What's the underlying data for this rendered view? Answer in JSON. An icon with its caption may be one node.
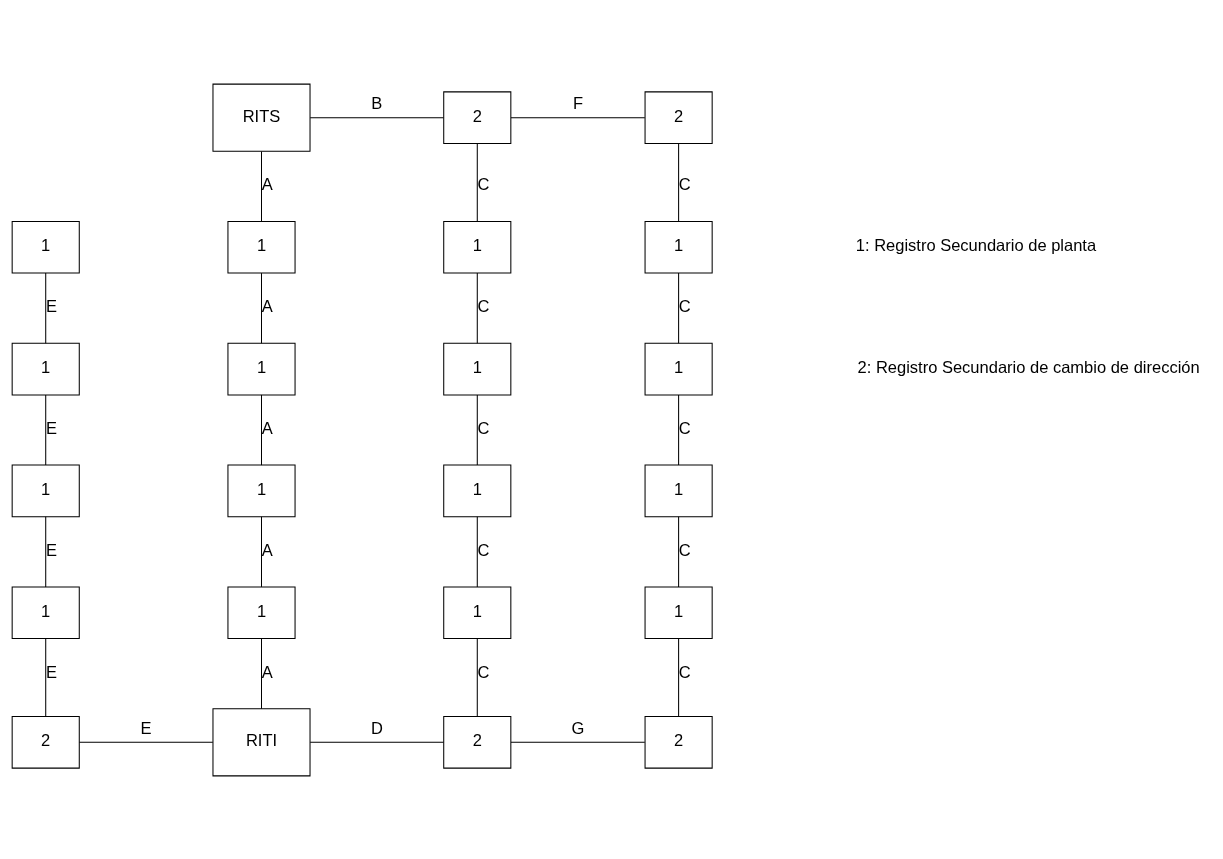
{
  "diagram": {
    "nodes": [
      {
        "text": [
          "RITS"
        ]
      },
      {
        "text": [
          "2"
        ]
      },
      {
        "text": [
          "2"
        ]
      },
      {
        "text": [
          "1"
        ]
      },
      {
        "text": [
          "1"
        ]
      },
      {
        "text": [
          "1"
        ]
      },
      {
        "text": [
          "1"
        ]
      },
      {
        "text": [
          "1"
        ]
      },
      {
        "text": [
          "1"
        ]
      },
      {
        "text": [
          "1"
        ]
      },
      {
        "text": [
          "1"
        ]
      },
      {
        "text": [
          "1"
        ]
      },
      {
        "text": [
          "1"
        ]
      },
      {
        "text": [
          "1"
        ]
      },
      {
        "text": [
          "1"
        ]
      },
      {
        "text": [
          "1"
        ]
      },
      {
        "text": [
          "1"
        ]
      },
      {
        "text": [
          "1"
        ]
      },
      {
        "text": [
          "1"
        ]
      },
      {
        "text": [
          "2"
        ]
      },
      {
        "text": [
          "RITI"
        ]
      },
      {
        "text": [
          "2"
        ]
      },
      {
        "text": [
          "2"
        ]
      }
    ],
    "edges": [
      {
        "from": 0,
        "to": 1,
        "arrow": "none",
        "label": "B"
      },
      {
        "from": 1,
        "to": 2,
        "arrow": "none",
        "label": "F"
      },
      {
        "from": 0,
        "to": 4,
        "arrow": "none",
        "label": "A"
      },
      {
        "from": 1,
        "to": 5,
        "arrow": "none",
        "label": "C"
      },
      {
        "from": 2,
        "to": 6,
        "arrow": "none",
        "label": "C"
      },
      {
        "from": 3,
        "to": 7,
        "arrow": "none",
        "label": "E"
      },
      {
        "from": 4,
        "to": 8,
        "arrow": "none",
        "label": "A"
      },
      {
        "from": 5,
        "to": 9,
        "arrow": "none",
        "label": "C"
      },
      {
        "from": 6,
        "to": 10,
        "arrow": "none",
        "label": "C"
      },
      {
        "from": 7,
        "to": 11,
        "arrow": "none",
        "label": "E"
      },
      {
        "from": 8,
        "to": 12,
        "arrow": "none",
        "label": "A"
      },
      {
        "from": 9,
        "to": 13,
        "arrow": "none",
        "label": "C"
      },
      {
        "from": 10,
        "to": 14,
        "arrow": "none",
        "label": "C"
      },
      {
        "from": 11,
        "to": 15,
        "arrow": "none",
        "label": "E"
      },
      {
        "from": 12,
        "to": 16,
        "arrow": "none",
        "label": "A"
      },
      {
        "from": 13,
        "to": 17,
        "arrow": "none",
        "label": "C"
      },
      {
        "from": 14,
        "to": 18,
        "arrow": "none",
        "label": "C"
      },
      {
        "from": 15,
        "to": 19,
        "arrow": "none",
        "label": "E"
      },
      {
        "from": 16,
        "to": 20,
        "arrow": "none",
        "label": "A"
      },
      {
        "from": 17,
        "to": 21,
        "arrow": "none",
        "label": "C"
      },
      {
        "from": 18,
        "to": 22,
        "arrow": "none",
        "label": "C"
      },
      {
        "from": 19,
        "to": 20,
        "arrow": "none",
        "label": "E"
      },
      {
        "from": 20,
        "to": 21,
        "arrow": "none",
        "label": "D"
      },
      {
        "from": 21,
        "to": 22,
        "arrow": "none",
        "label": "G"
      }
    ],
    "labels": [
      "1: Registro Secundario de planta",
      "2: Registro Secundario de cambio de dirección"
    ]
  }
}
